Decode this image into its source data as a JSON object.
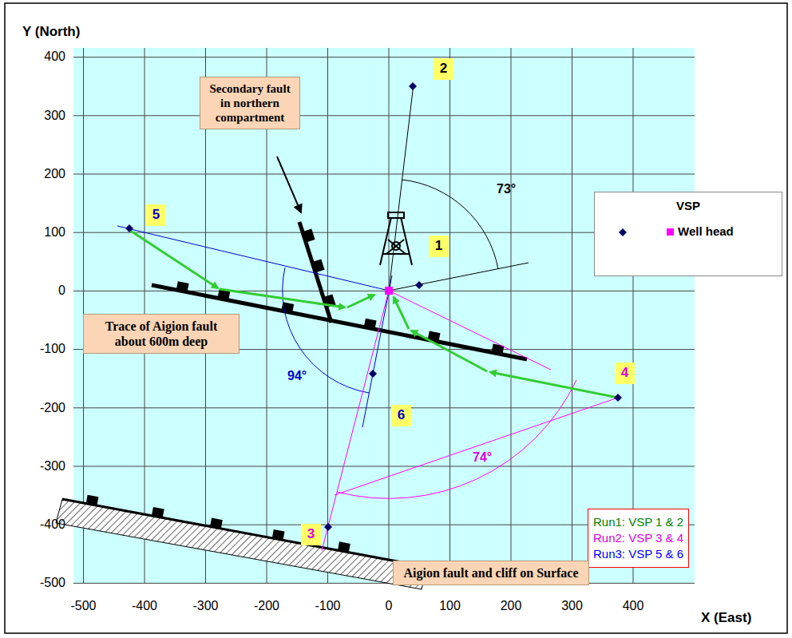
{
  "diagram": {
    "nodes": [
      {
        "text": [
          "Secondary fault in northern compartment"
        ]
      },
      {
        "text": [
          "2"
        ]
      },
      {
        "text": [
          "5"
        ]
      },
      {
        "text": [
          "1"
        ]
      },
      {
        "text": [
          "Trace of Aigion fault about 600m deep"
        ]
      },
      {
        "text": [
          "6"
        ]
      },
      {
        "text": [
          "4"
        ]
      },
      {
        "text": [
          "Run1: VSP 1 & 2",
          "Run2: VSP 3 & 4",
          "Run3: VSP 5 & 6"
        ]
      },
      {
        "text": [
          "3"
        ]
      },
      {
        "text": [
          "Aigion fault and cliff on Surface"
        ]
      }
    ],
    "labels": [
      "Y (North)",
      "X (East)",
      "400",
      "300",
      "200",
      "100",
      "0",
      "-100",
      "-200",
      "-300",
      "-400",
      "-500",
      "-500",
      "-400",
      "-300",
      "-200",
      "-100",
      "0",
      "100",
      "200",
      "300",
      "400",
      "73°",
      "94°",
      "74°"
    ],
    "legend": [
      {
        "text": "VSP"
      },
      {
        "text": "Well head",
        "color": "#ff00ff"
      }
    ]
  }
}
